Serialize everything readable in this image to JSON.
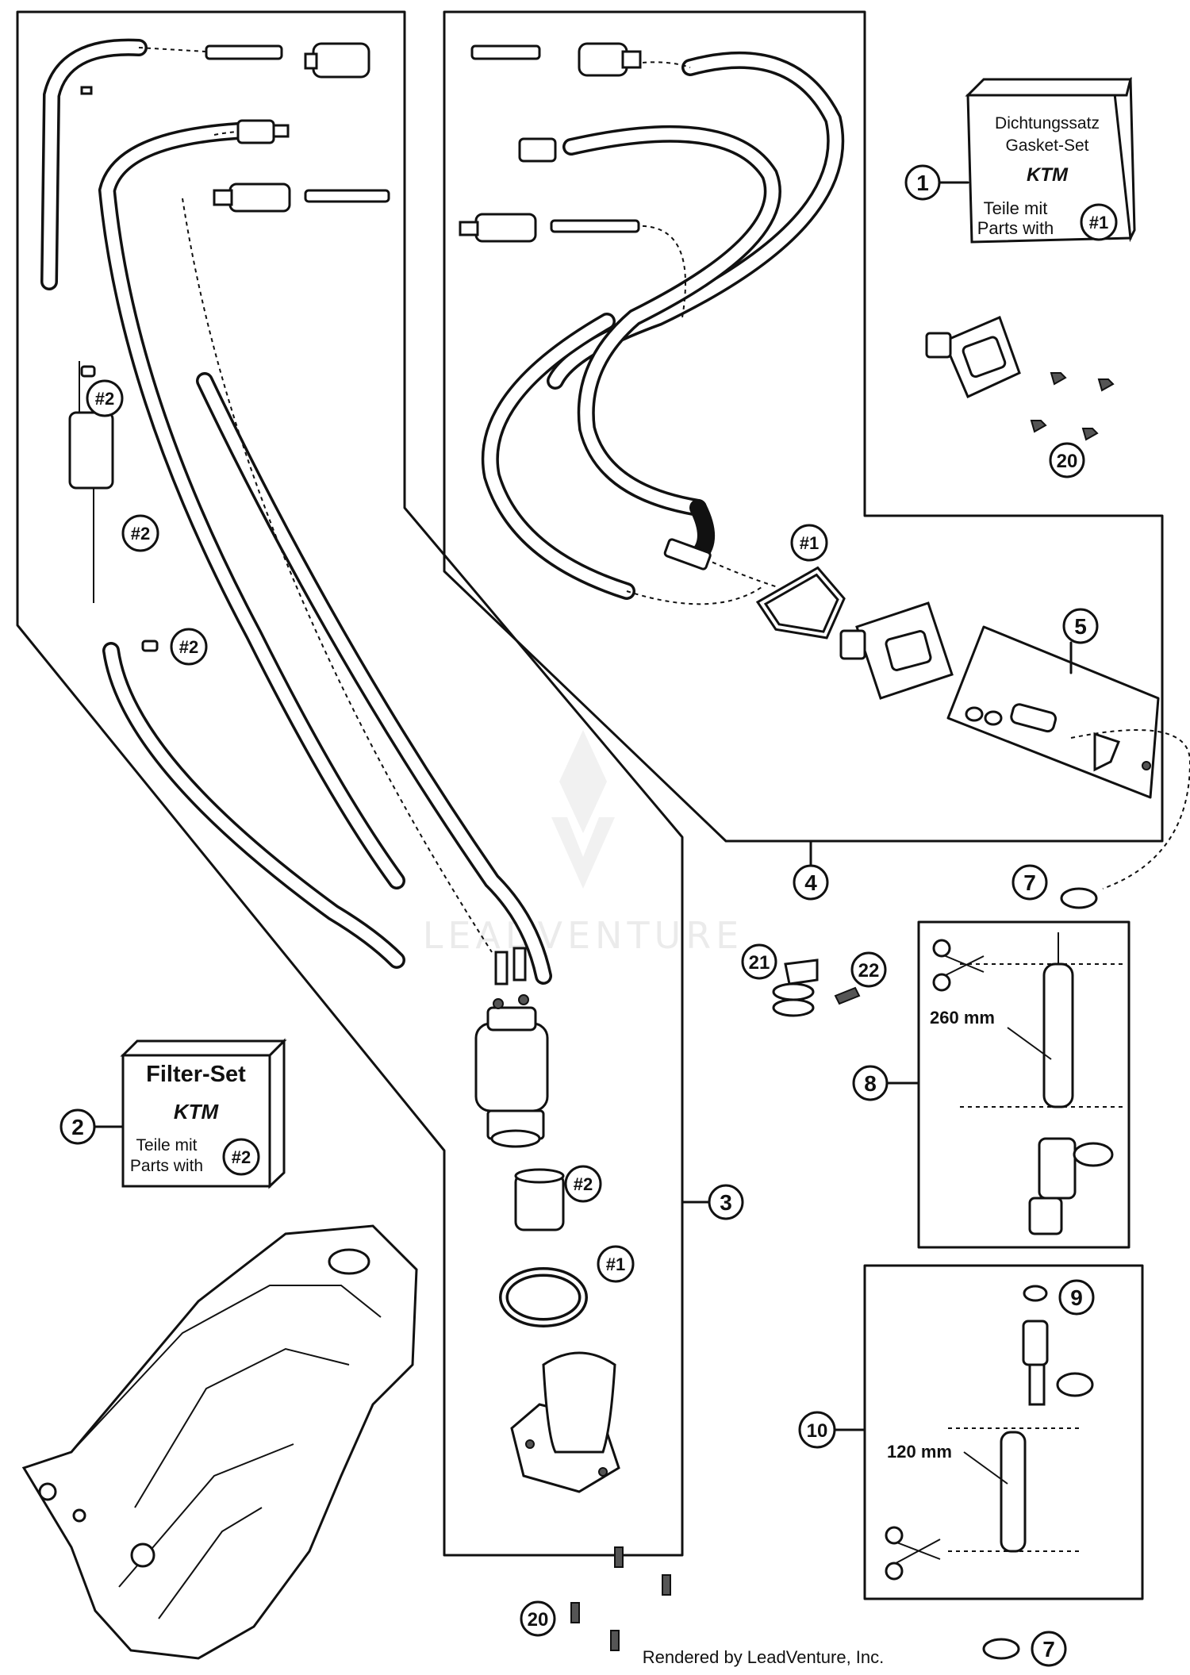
{
  "callouts": {
    "c1": "1",
    "c2": "2",
    "c3": "3",
    "c4": "4",
    "c5": "5",
    "c7a": "7",
    "c7b": "7",
    "c8": "8",
    "c9": "9",
    "c10": "10",
    "c20a": "20",
    "c20b": "20",
    "c21": "21",
    "c22": "22"
  },
  "refs": {
    "r2a": "#2",
    "r2b": "#2",
    "r2c": "#2",
    "r2d": "#2",
    "r1a": "#1",
    "r1b": "#1"
  },
  "gasket_set": {
    "line1": "Dichtungssatz",
    "line2": "Gasket-Set",
    "logo": "KTM",
    "line3": "Teile mit",
    "line4": "Parts with",
    "ref": "#1"
  },
  "filter_set": {
    "line1": "Filter-Set",
    "logo": "KTM",
    "line2": "Teile mit",
    "line3": "Parts with",
    "ref": "#2"
  },
  "dimensions": {
    "hose_8": "260 mm",
    "hose_10": "120 mm"
  },
  "watermark": "LEADVENTURE",
  "footer": "Rendered by LeadVenture, Inc."
}
